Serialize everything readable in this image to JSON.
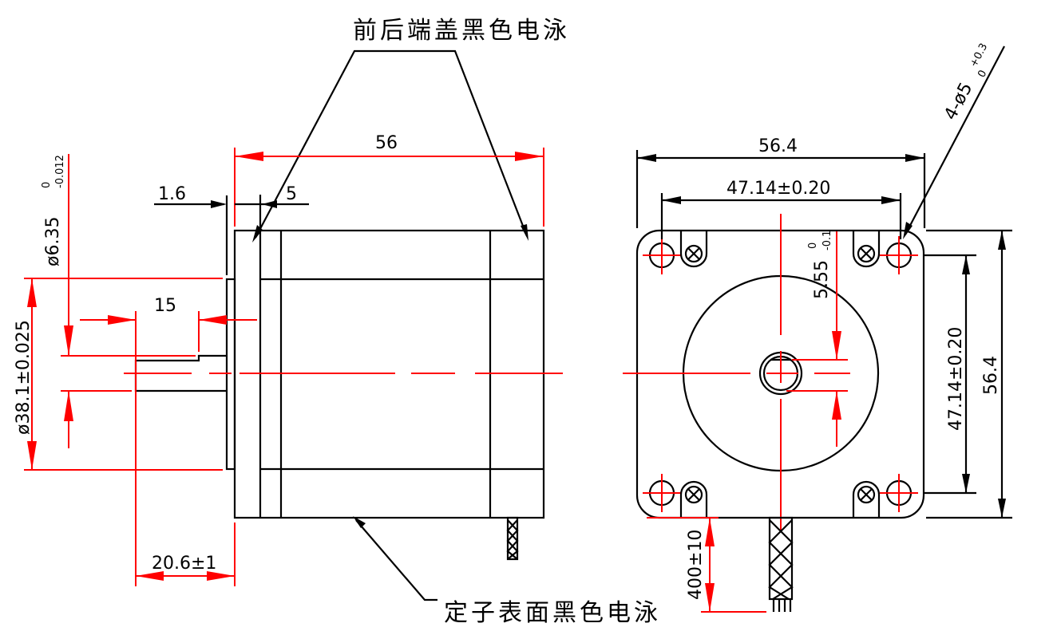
{
  "title": "Stepper motor dimension drawing (NEMA 23, 56mm)",
  "colors": {
    "outline": "#000000",
    "dimension": "#ff0000",
    "background": "#ffffff"
  },
  "annotations": {
    "end_caps_note": "前后端盖黑色电泳",
    "stator_note": "定子表面黑色电泳"
  },
  "side_view": {
    "shaft_diameter": {
      "main": "ø6.35",
      "upper_tol": "0",
      "lower_tol": "-0.012"
    },
    "pilot_diameter": "ø38.1±0.025",
    "flange_thickness": "1.6",
    "end_cap_depth": "5",
    "body_length": "56",
    "flat_length": "15",
    "shaft_length": "20.6±1"
  },
  "front_view": {
    "overall_width": "56.4",
    "overall_height": "56.4",
    "hole_spacing_x": "47.14±0.20",
    "hole_spacing_y": "47.14±0.20",
    "mounting_holes": {
      "main": "4-ø5",
      "upper_tol": "+0.3",
      "lower_tol": "0"
    },
    "flat_depth": {
      "main": "5.55",
      "upper_tol": "0",
      "lower_tol": "-0.1"
    },
    "lead_length": "400±10"
  }
}
